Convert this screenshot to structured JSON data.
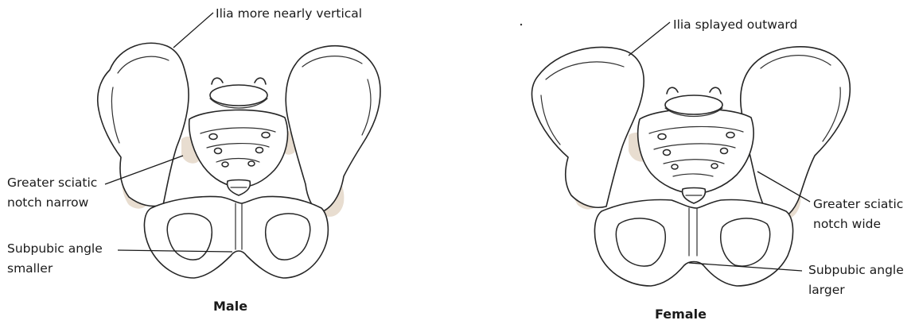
{
  "male": {
    "caption": "Male",
    "ilia_label": "Ilia more nearly vertical",
    "notch_label_1": "Greater sciatic",
    "notch_label_2": "notch narrow",
    "angle_label_1": "Subpubic angle",
    "angle_label_2": "smaller"
  },
  "female": {
    "caption": "Female",
    "ilia_label": "Ilia splayed outward",
    "notch_label_1": "Greater sciatic",
    "notch_label_2": "notch wide",
    "angle_label_1": "Subpubic angle",
    "angle_label_2": "larger"
  }
}
